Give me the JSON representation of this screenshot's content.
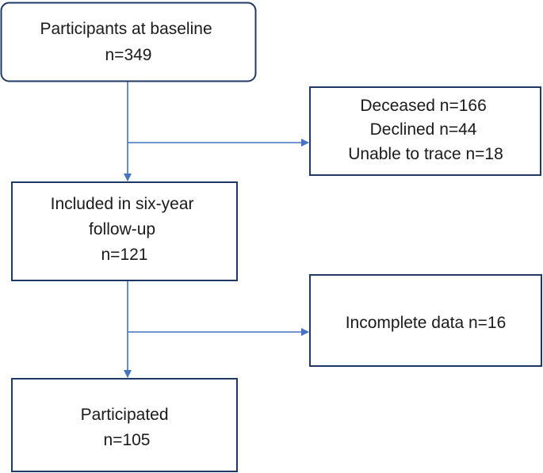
{
  "boxes": {
    "baseline": {
      "lines": [
        "Participants at baseline",
        "n=349"
      ]
    },
    "excluded_first": {
      "lines": [
        "Deceased n=166",
        "Declined n=44",
        "Unable to trace n=18"
      ]
    },
    "followup": {
      "lines": [
        "Included in six-year",
        "follow-up",
        "n=121"
      ]
    },
    "excluded_second": {
      "lines": [
        "Incomplete data n=16"
      ]
    },
    "participated": {
      "lines": [
        "Participated",
        "n=105"
      ]
    }
  },
  "colors": {
    "box_border": "#1f3864",
    "arrow": "#4472c4",
    "text": "#1a1a1a"
  }
}
